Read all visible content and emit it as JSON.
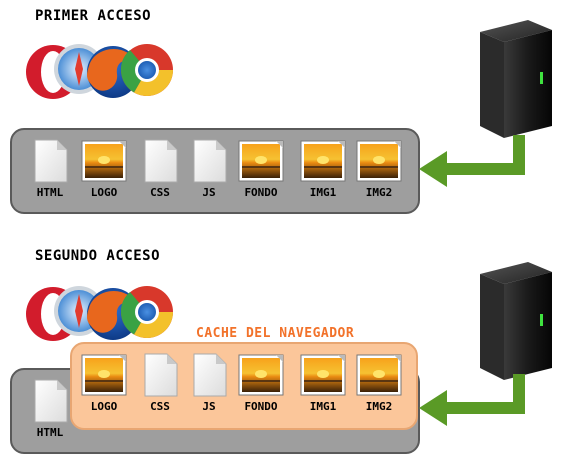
{
  "first_access": {
    "title": "PRIMER ACCESO",
    "files": [
      {
        "label": "HTML",
        "kind": "doc"
      },
      {
        "label": "LOGO",
        "kind": "image"
      },
      {
        "label": "CSS",
        "kind": "doc"
      },
      {
        "label": "JS",
        "kind": "doc"
      },
      {
        "label": "FONDO",
        "kind": "image"
      },
      {
        "label": "IMG1",
        "kind": "image"
      },
      {
        "label": "IMG2",
        "kind": "image"
      }
    ]
  },
  "second_access": {
    "title": "SEGUNDO ACCESO",
    "cache_label": "CACHE DEL NAVEGADOR",
    "server_file": {
      "label": "HTML",
      "kind": "doc"
    },
    "cached_files": [
      {
        "label": "LOGO",
        "kind": "image"
      },
      {
        "label": "CSS",
        "kind": "doc"
      },
      {
        "label": "JS",
        "kind": "doc"
      },
      {
        "label": "FONDO",
        "kind": "image"
      },
      {
        "label": "IMG1",
        "kind": "image"
      },
      {
        "label": "IMG2",
        "kind": "image"
      }
    ]
  },
  "colors": {
    "arrow": "#5a9a26",
    "panel": "#9e9e9e",
    "cache_panel": "#fbc69a",
    "cache_text": "#f2722a"
  },
  "icons": [
    "opera-icon",
    "safari-icon",
    "firefox-icon",
    "chrome-icon",
    "server-icon",
    "document-icon",
    "image-file-icon",
    "green-arrow-icon"
  ]
}
